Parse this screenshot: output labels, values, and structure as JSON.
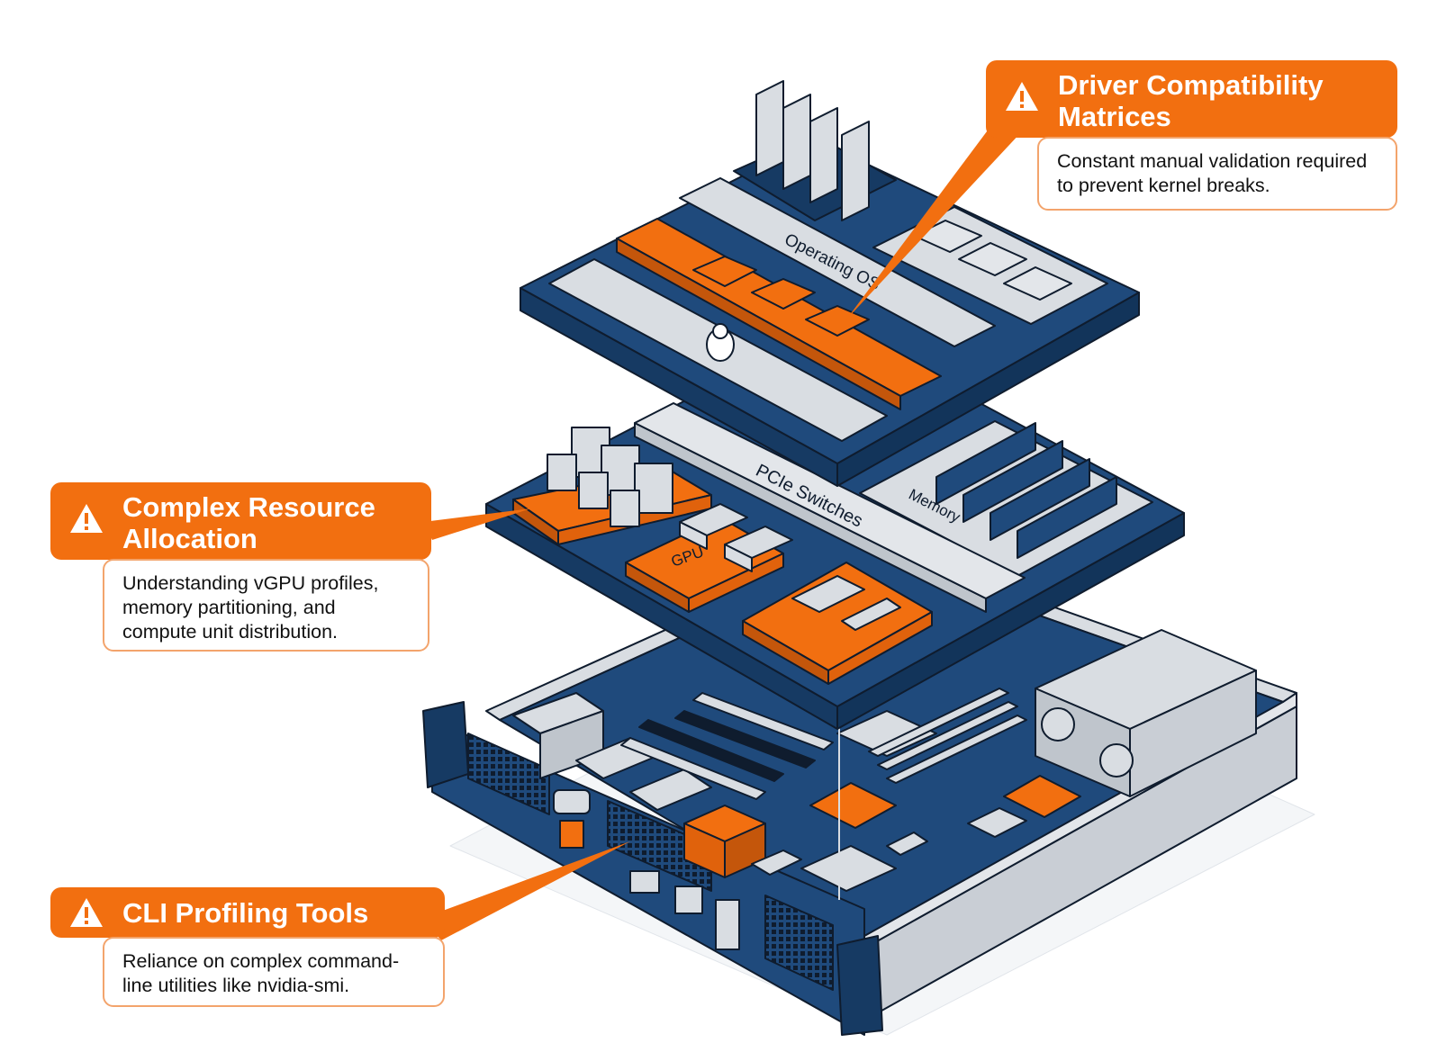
{
  "colors": {
    "accent": "#f26f10",
    "navy": "#1f4a7c",
    "navy_dark": "#163a63",
    "light": "#d9dde2",
    "outline": "#0f1c2e"
  },
  "callouts": {
    "driver": {
      "icon": "warning-triangle-icon",
      "title": "Driver Compatibility Matrices",
      "description": "Constant manual validation required to prevent kernel breaks."
    },
    "resource": {
      "icon": "warning-triangle-icon",
      "title": "Complex Resource Allocation",
      "description": "Understanding vGPU profiles, memory partitioning, and compute unit distribution."
    },
    "cli": {
      "icon": "warning-triangle-icon",
      "title": "CLI Profiling Tools",
      "description": "Reliance on complex command-line utilities like nvidia-smi."
    }
  },
  "layers": {
    "software": {
      "label": "Operating OS"
    },
    "hardware": {
      "pcie_label": "PCIe Switches",
      "memory_label": "Memory",
      "gpu_label": "GPU"
    }
  }
}
